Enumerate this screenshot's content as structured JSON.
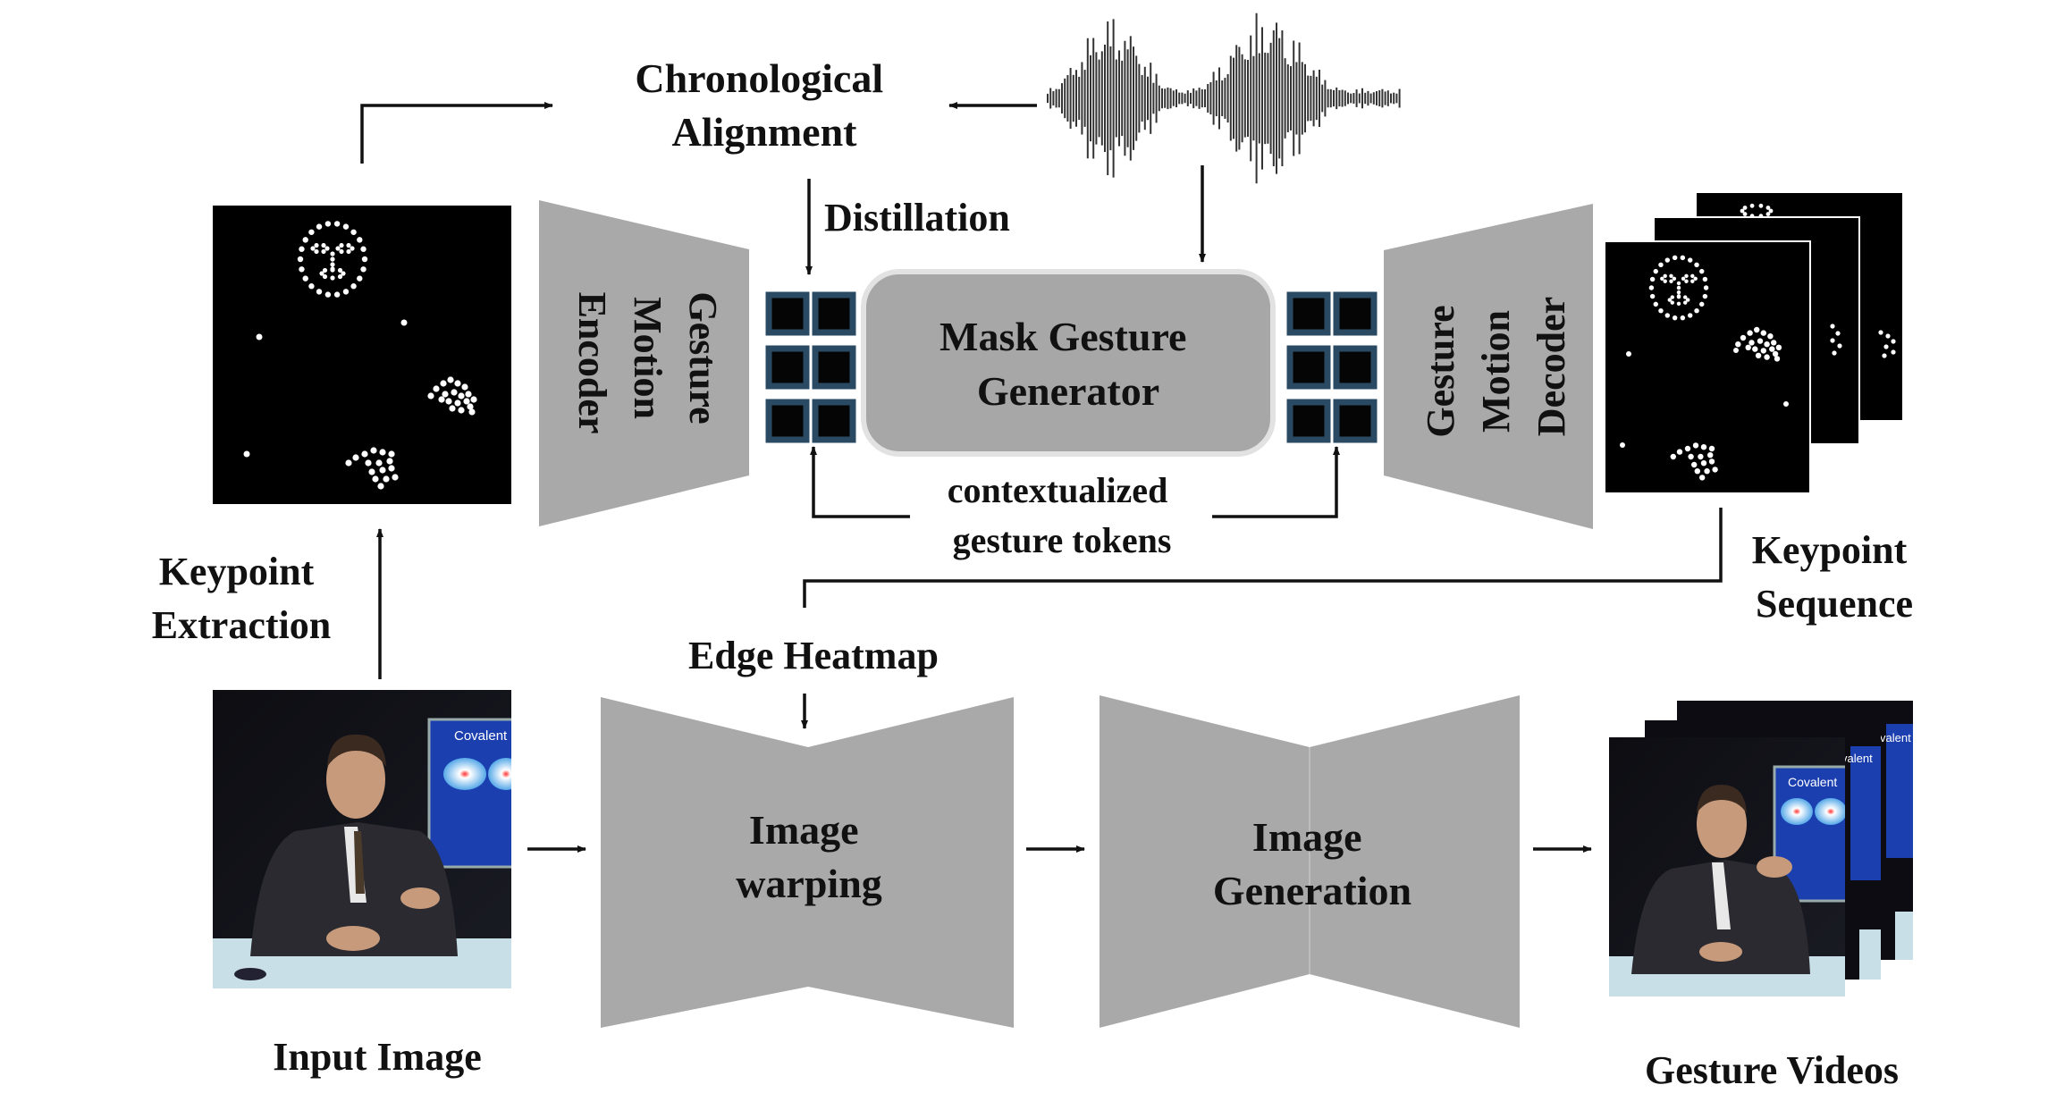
{
  "labels": {
    "chronological_alignment": [
      "Chronological",
      "Alignment"
    ],
    "distillation": "Distillation",
    "mask_gesture_generator": [
      "Mask Gesture",
      "Generator"
    ],
    "gesture_motion_encoder": [
      "Gesture",
      "Motion",
      "Encoder"
    ],
    "gesture_motion_decoder": [
      "Gesture",
      "Motion",
      "Decoder"
    ],
    "contextualized_gesture_tokens": [
      "contextualized",
      "gesture tokens"
    ],
    "keypoint_extraction": [
      "Keypoint",
      "Extraction"
    ],
    "keypoint_sequence": [
      "Keypoint",
      "Sequence"
    ],
    "edge_heatmap": "Edge Heatmap",
    "image_warping": [
      "Image",
      "warping"
    ],
    "image_generation": [
      "Image",
      "Generation"
    ],
    "input_image": "Input Image",
    "gesture_videos": "Gesture Videos",
    "slide_word": "Covalent",
    "slide_word_clipped": "valent"
  },
  "colors": {
    "block_gray": "#a9a9a9",
    "token_border": "#2a4a63",
    "token_fill": "#050505",
    "arrow": "#111111",
    "screen_blue": "#1c3fb0"
  }
}
